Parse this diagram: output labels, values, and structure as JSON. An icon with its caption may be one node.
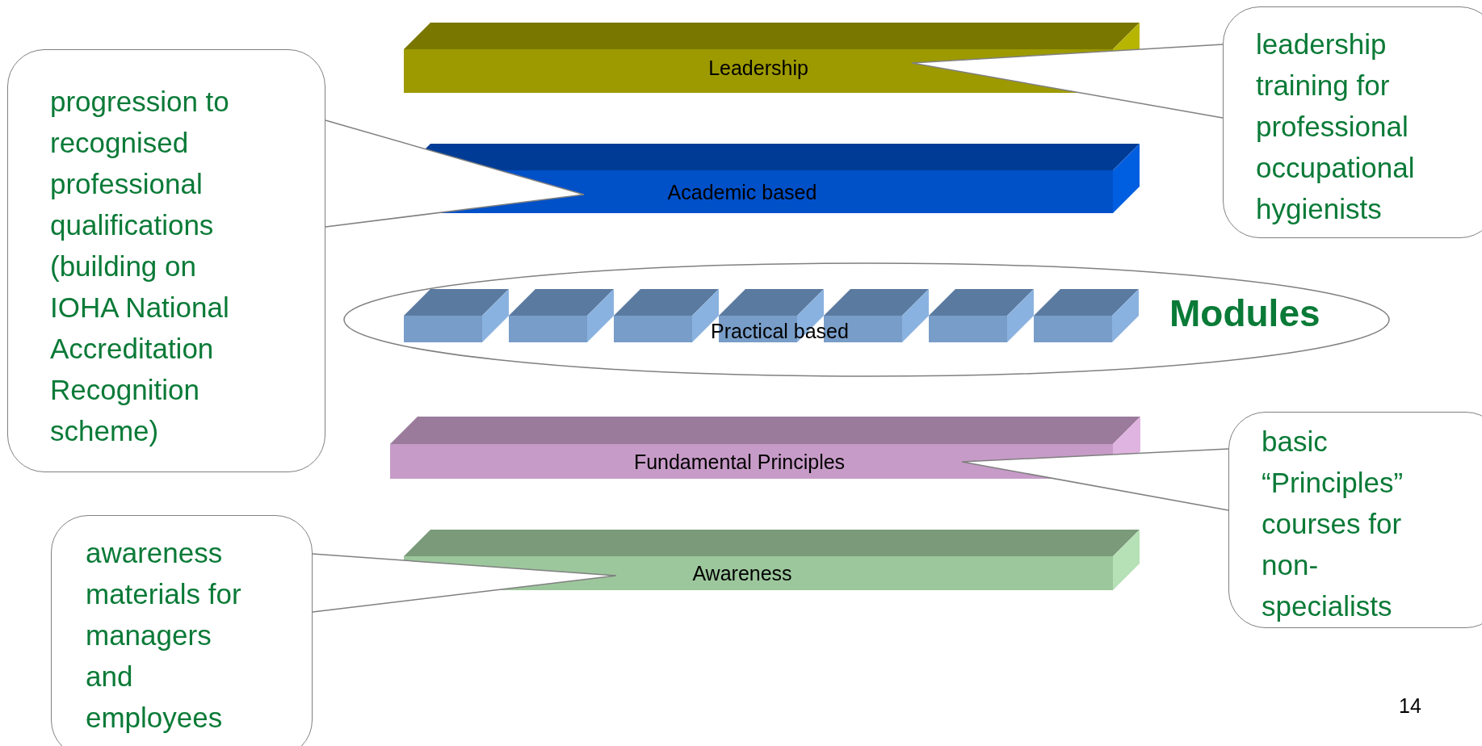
{
  "diagram": {
    "nodes": [
      {
        "text": [
          "Leadership"
        ]
      },
      {
        "text": [
          "leadership training for professional occupational hygienists"
        ]
      },
      {
        "text": [
          "progression to recognised professional qualifications (building on IOHA National Accreditation Recognition scheme)"
        ]
      },
      {
        "text": [
          "Academic based"
        ]
      },
      {
        "text": [
          "Modules"
        ]
      },
      {
        "text": [],
        "shape": "box",
        "in": 4
      },
      {
        "text": [],
        "shape": "box",
        "in": 4
      },
      {
        "text": [],
        "shape": "box",
        "in": 4
      },
      {
        "text": [],
        "shape": "box",
        "in": 4
      },
      {
        "text": [],
        "shape": "box",
        "in": 4
      },
      {
        "text": [],
        "shape": "box",
        "in": 4
      },
      {
        "text": [],
        "shape": "box",
        "in": 4
      },
      {
        "text": [
          "Fundamental Principles"
        ]
      },
      {
        "text": [
          "basic “Principles” courses for non-specialists"
        ]
      },
      {
        "text": [
          "awareness materials for managers and employees"
        ]
      },
      {
        "text": [
          "Awareness"
        ]
      }
    ],
    "edges": [
      {
        "from": 1,
        "to": 0,
        "arrow": "none"
      },
      {
        "from": 2,
        "to": 3,
        "arrow": "none"
      },
      {
        "from": 13,
        "to": 12,
        "arrow": "none"
      },
      {
        "from": 14,
        "to": 15,
        "arrow": "none"
      }
    ],
    "labels": [
      "Practical based",
      "14"
    ]
  }
}
